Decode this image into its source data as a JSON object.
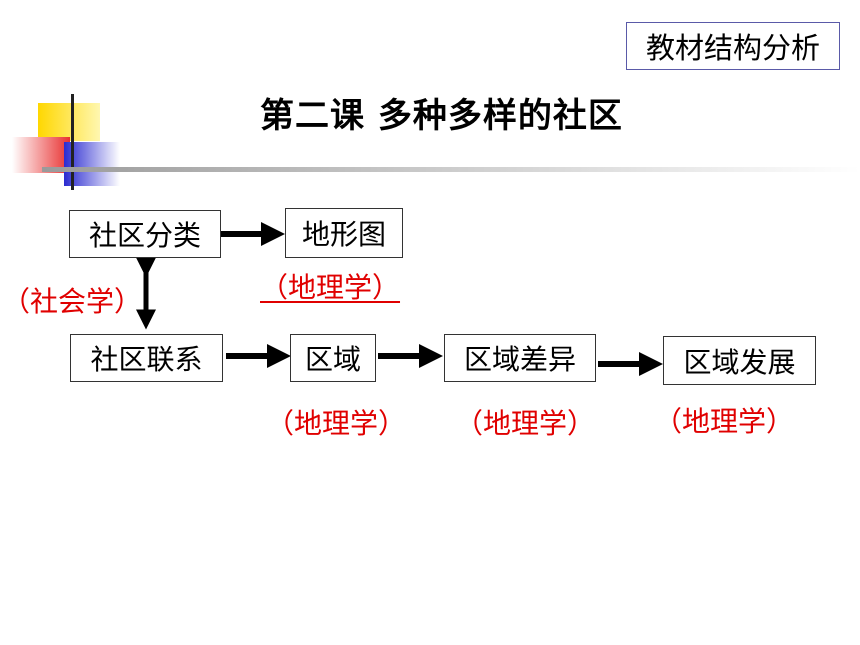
{
  "header": {
    "section_label": "教材结构分析",
    "title": "第二课 多种多样的社区"
  },
  "nodes": {
    "community_classification": "社区分类",
    "terrain_map": "地形图",
    "community_connection": "社区联系",
    "region": "区域",
    "regional_difference": "区域差异",
    "regional_development": "区域发展"
  },
  "annotations": {
    "sociology": "（社会学）",
    "geography_top": "（地理学）",
    "geography_region": "（地理学）",
    "geography_difference": "（地理学）",
    "geography_development": "（地理学）"
  },
  "colors": {
    "annotation": "#e00000",
    "decor_yellow": "#ffd700",
    "decor_red": "#e83030",
    "decor_blue": "#2b2bd0"
  }
}
